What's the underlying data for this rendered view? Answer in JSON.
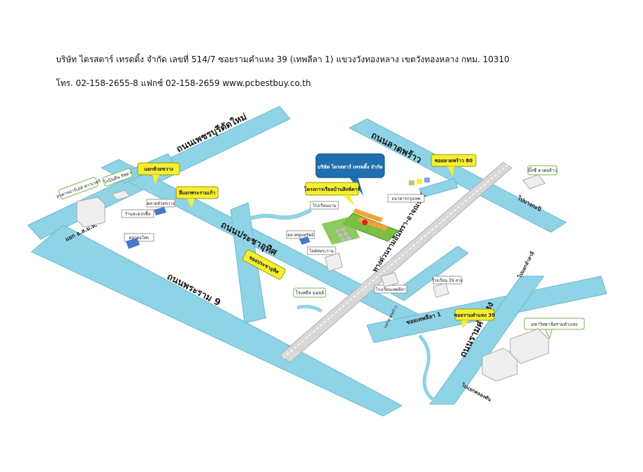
{
  "header": {
    "line1": "บริษัท ไดรสตาร์ เทรดดิ้ง จำกัด เลขที่ 514/7 ซอยรามคำแหง 39 (เทพลีลา 1) แขวงวังทองหลาง เขตวังทองหลาง กทม. 10310",
    "line2": "โทร. 02-158-2655-8 แฟกซ์ 02-158-2659      www.pcbestbuy.co.th"
  },
  "roads": {
    "ladprao": "ถนนลาดพร้าว",
    "phetburi_tatmai": "ถนนเพชรบุรีตัดใหม่",
    "pracha_uthit": "ถนนประชาอุทิศ",
    "rama9": "ถนนพระราม 9",
    "ramkhamhaeng": "ถนนรามคำแหง",
    "expressway": "ทางด่วนรามอินทรา-อาจณรงค์",
    "soi_thepleela": "ซอยเทพลีลา 1",
    "to_bangkapi": "ไปบางกะปิ",
    "to_ramkhamhaeng_right": "ไปแยกลำสาลี",
    "to_ramkhamhaeng_left": "ไปแยกคลองตัน",
    "rtc": "แยก อ.ส.ม.ท."
  },
  "callouts": {
    "company": "บริษัท ไดรสตาร์ เทรดดิ้ง จำกัด",
    "project": "โครงการเรียลบ้านสิงห์คาร์",
    "soi_ladprao80": "ซอยลาดพร้าว 80",
    "yaek_huay_kwang": "แยกห้วยขวาง",
    "yaek_mit_prayoon": "สี่แยกพระรามเก้า",
    "soi_pracha_uthit": "ซอยประชาอุทิศ",
    "soi_ram39": "ซอยรามคำแหง 39",
    "ramkhamhaeng_univ": "มหาวิทยาลัยรามคำแหง"
  },
  "landmarks": {
    "rs_tower": "อาคารอาร์เอส ทาวเวอร์",
    "robinson": "โรบินสัน รัชดา",
    "chc": "ตลาดห้วยขวาง",
    "thai_airways": "ตลาดอโศก",
    "pracha_uthit_school": "ร้านสะดวกซื้อ",
    "wat": "ตลาดพูนทรัพย์",
    "fortune": "บิ๊กซี ลาดพร้าว",
    "bangkok_bank": "ธนาคารกรุงเทพ",
    "lotus": "โลตัสพระราม",
    "town_in_town": "โรงเรียนนาน",
    "mall": "โรงสตีล มอลล์",
    "thepleela_school": "โรงเรียนเทพลีลา",
    "soi_yaek": "แยกลาดพร้าว",
    "school_ram": "โรงเรียน 39 สาย"
  },
  "colors": {
    "road": "#8fd3e6",
    "road_edge": "#6cb9d0",
    "expressway": "#d8d8d8",
    "callout_yellow": "#f5ef33",
    "callout_blue": "#1e6fae",
    "marker": "#e02020"
  }
}
